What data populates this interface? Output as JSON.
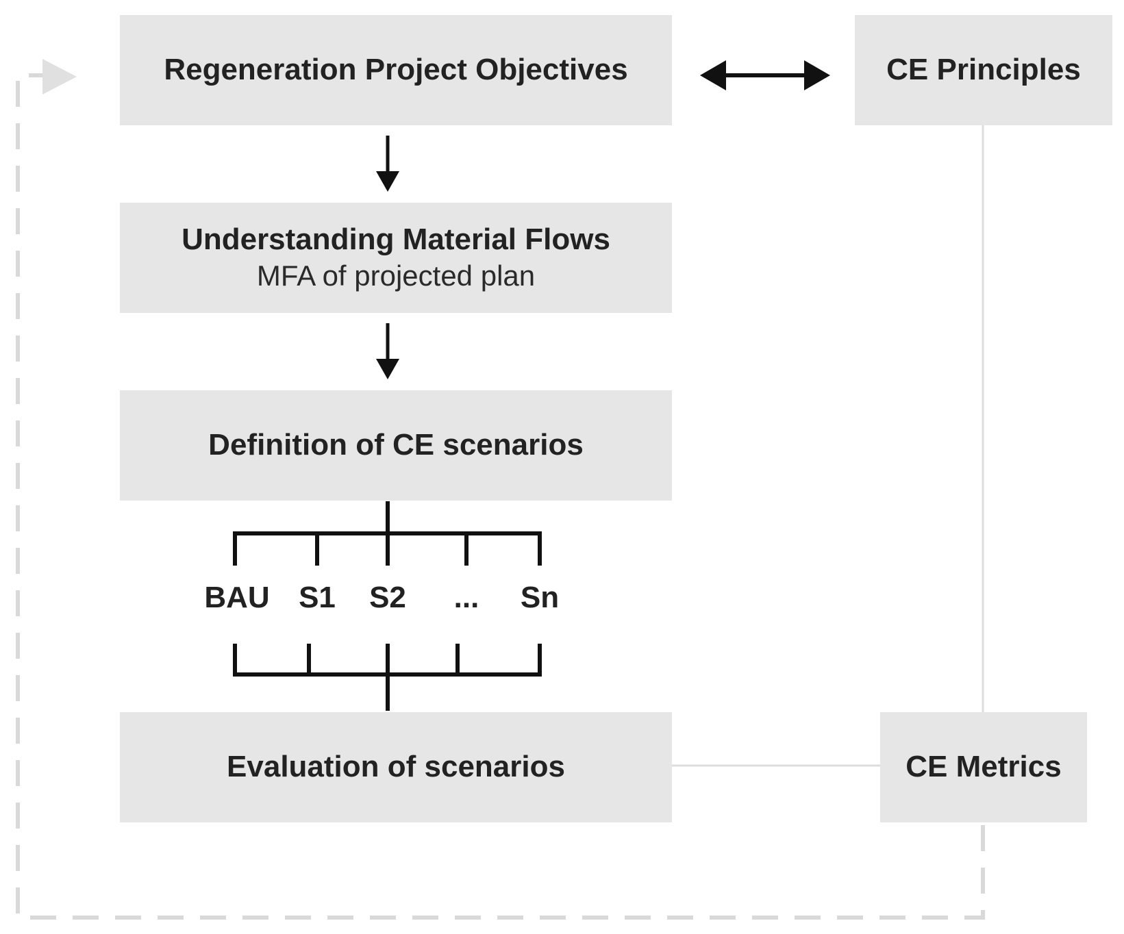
{
  "boxes": {
    "objectives": "Regeneration Project Objectives",
    "principles": "CE Principles",
    "material_flows": {
      "title": "Understanding Material Flows",
      "subtitle": "MFA of projected plan"
    },
    "definition": "Definition of CE scenarios",
    "evaluation": "Evaluation of scenarios",
    "metrics": "CE Metrics"
  },
  "scenarios": [
    "BAU",
    "S1",
    "S2",
    "...",
    "Sn"
  ],
  "colors": {
    "box_fill": "#e6e6e6",
    "arrow": "#111111",
    "connector": "#dddddd",
    "feedback_dashed": "#d9d9d9"
  }
}
